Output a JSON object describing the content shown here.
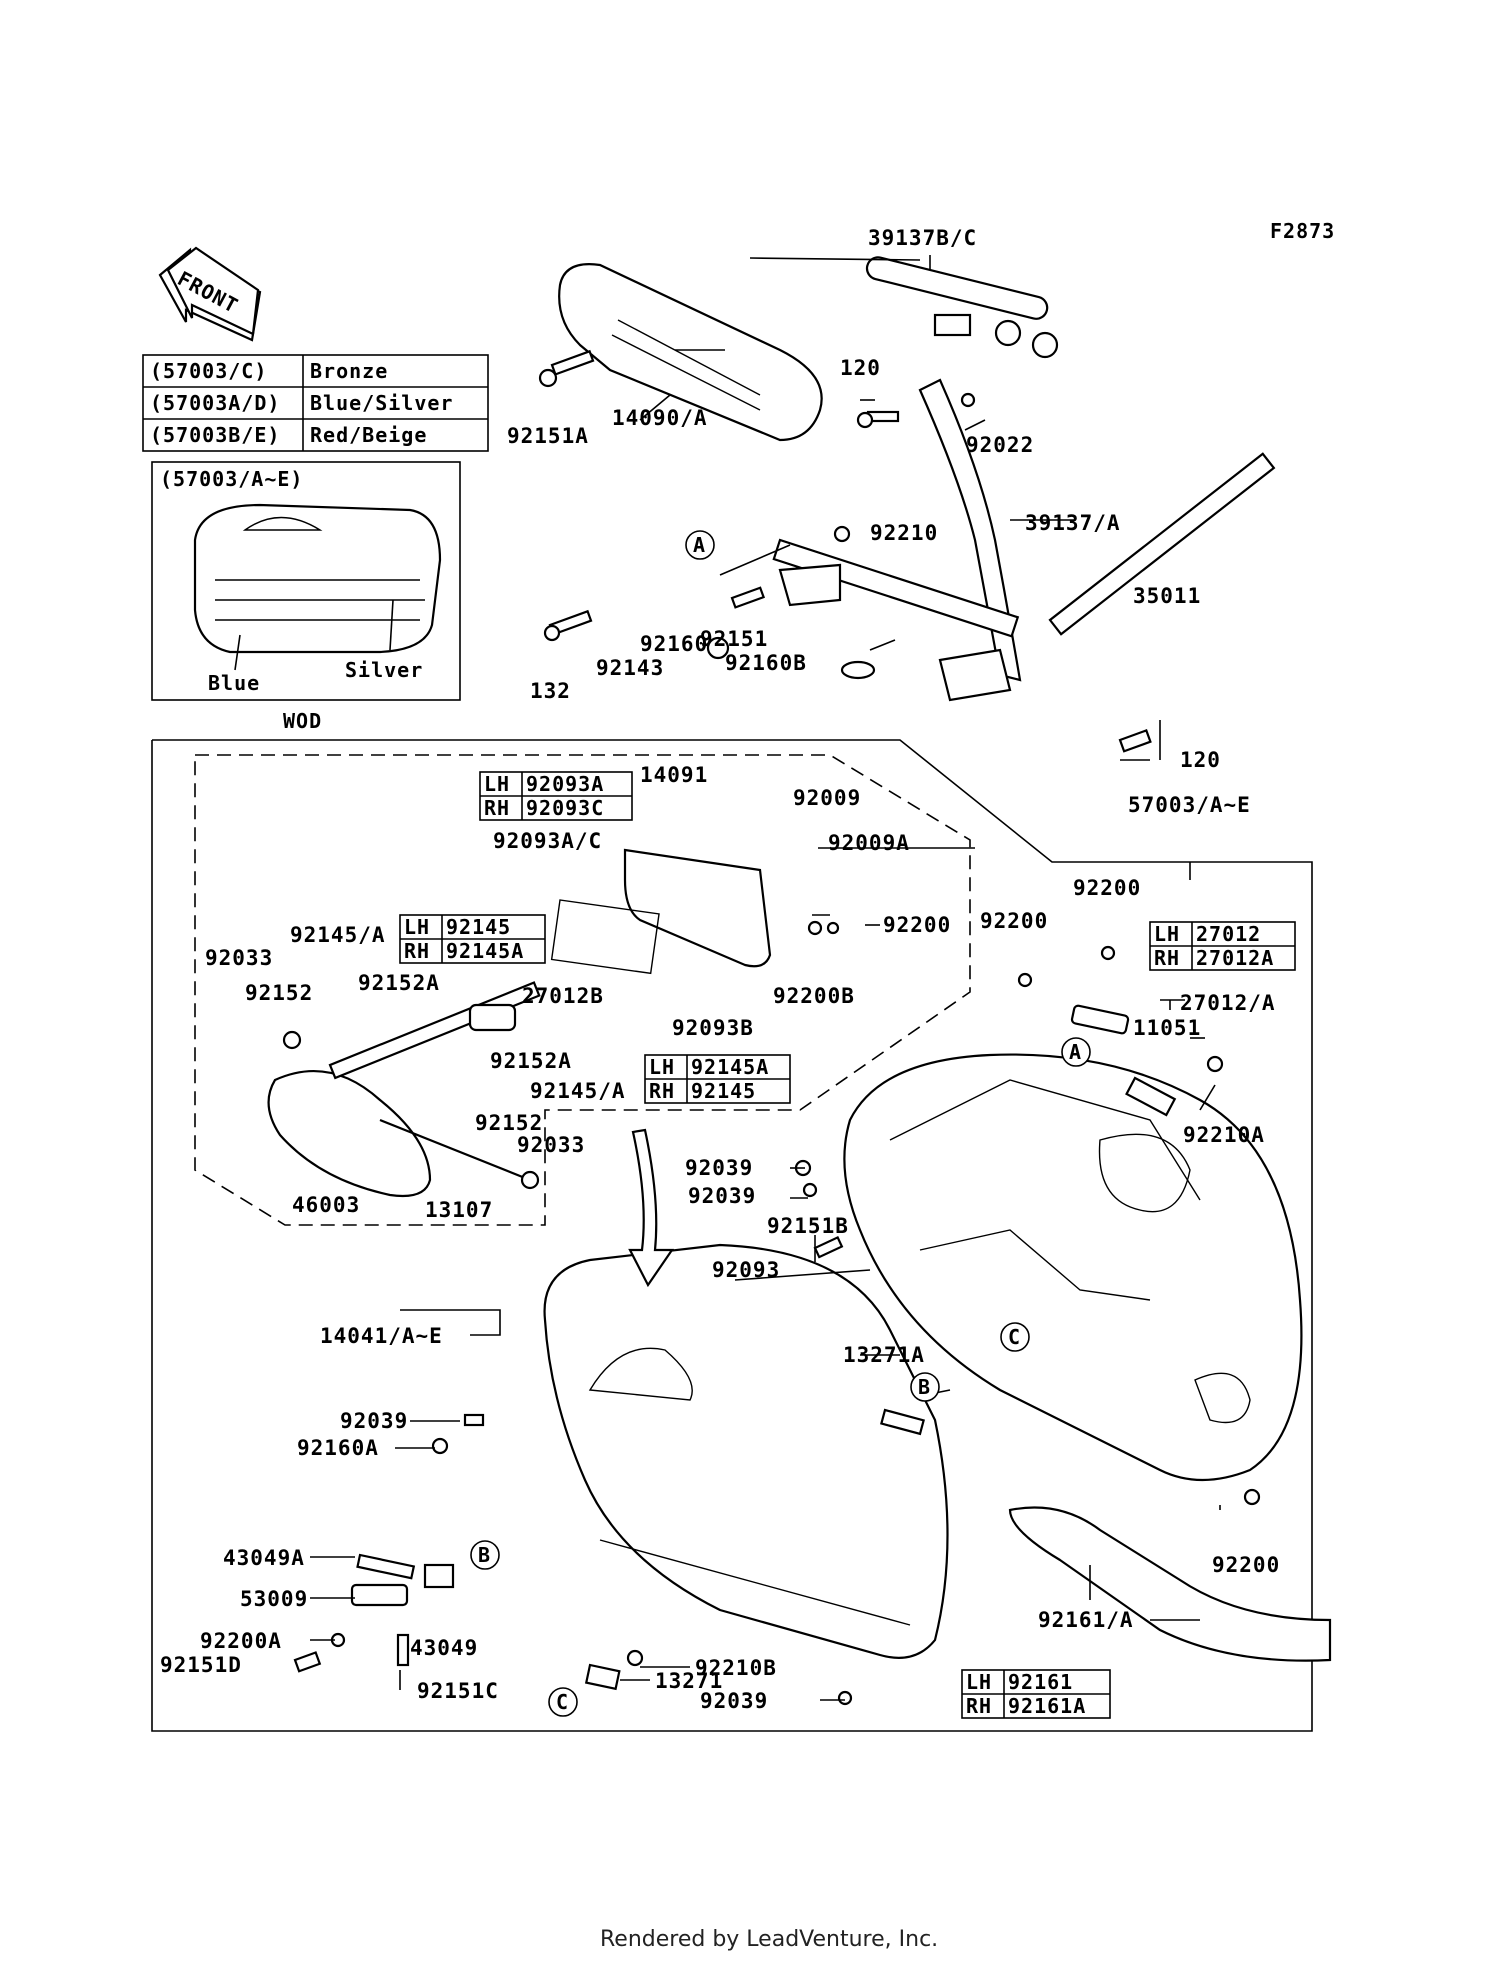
{
  "diagram_code": "F2873",
  "front_arrow": "FRONT",
  "color_table": [
    {
      "code": "(57003/C)",
      "color": "Bronze"
    },
    {
      "code": "(57003A/D)",
      "color": "Blue/Silver"
    },
    {
      "code": "(57003B/E)",
      "color": "Red/Beige"
    }
  ],
  "inset": {
    "title": "(57003/A~E)",
    "color_a": "Blue",
    "color_b": "Silver"
  },
  "wod_label": "WOD",
  "lhrh_tables": {
    "t92093": {
      "lh": "LH",
      "lh_part": "92093A",
      "rh": "RH",
      "rh_part": "92093C"
    },
    "t92145": {
      "lh": "LH",
      "lh_part": "92145",
      "rh": "RH",
      "rh_part": "92145A"
    },
    "t92145b": {
      "lh": "LH",
      "lh_part": "92145A",
      "rh": "RH",
      "rh_part": "92145"
    },
    "t27012": {
      "lh": "LH",
      "lh_part": "27012",
      "rh": "RH",
      "rh_part": "27012A"
    },
    "t92161": {
      "lh": "LH",
      "lh_part": "92161",
      "rh": "RH",
      "rh_part": "92161A"
    }
  },
  "callouts": {
    "a": "A",
    "b": "B",
    "c": "C"
  },
  "parts": {
    "p39137bc": "39137B/C",
    "p14090a": "14090/A",
    "p92151a": "92151A",
    "p120a": "120",
    "p92022": "92022",
    "p39137a": "39137/A",
    "p92210": "92210",
    "p35011": "35011",
    "p92160": "92160",
    "p92143": "92143",
    "p132": "132",
    "p92151": "92151",
    "p92160b": "92160B",
    "p120b": "120",
    "p57003ae": "57003/A~E",
    "p14091": "14091",
    "p92009": "92009",
    "p92009a": "92009A",
    "p92093ac": "92093A/C",
    "p92200a1": "92200",
    "p92200a2": "92200",
    "p92200a3": "92200",
    "p92200b": "92200B",
    "p92093b": "92093B",
    "p92033a": "92033",
    "p92145a1": "92145/A",
    "p92152a": "92152",
    "p92152aa": "92152A",
    "p27012b": "27012B",
    "p92152ab": "92152A",
    "p92145a2": "92145/A",
    "p92152b": "92152",
    "p92033b": "92033",
    "p46003": "46003",
    "p13107": "13107",
    "p27012a": "27012/A",
    "p11051": "11051",
    "p92210a": "92210A",
    "p92039a": "92039",
    "p92039b": "92039",
    "p92151b": "92151B",
    "p92093": "92093",
    "p14041ae": "14041/A~E",
    "p13271a": "13271A",
    "p92039c": "92039",
    "p92160a": "92160A",
    "p92200c": "92200",
    "p43049a": "43049A",
    "p53009": "53009",
    "p43049": "43049",
    "p92200aa": "92200A",
    "p92151d": "92151D",
    "p92151c": "92151C",
    "p92210b": "92210B",
    "p13271": "13271",
    "p92039d": "92039",
    "p92161a": "92161/A"
  },
  "footer": "Rendered by LeadVenture, Inc."
}
